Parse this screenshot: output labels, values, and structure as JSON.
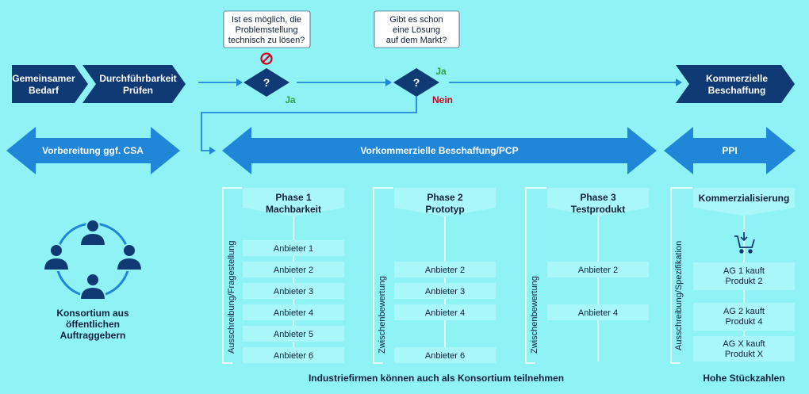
{
  "top": {
    "chevron1": [
      "Gemeinsamer",
      "Bedarf"
    ],
    "chevron2": [
      "Durchführbarkeit",
      "Prüfen"
    ],
    "chevron3": [
      "Kommerzielle",
      "Beschaffung"
    ],
    "question1": [
      "Ist es möglich, die",
      "Problemstellung",
      "technisch zu lösen?"
    ],
    "question2": [
      "Gibt es schon",
      "eine Lösung",
      "auf dem Markt?"
    ],
    "decision_mark": "?",
    "yes1": "Ja",
    "yes2": "Ja",
    "no2": "Nein"
  },
  "bands": {
    "csa": "Vorbereitung ggf. CSA",
    "pcp": "Vorkommerzielle Beschaffung/PCP",
    "ppi": "PPI"
  },
  "consortium": [
    "Konsortium aus",
    "öffentlichen",
    "Auftraggebern"
  ],
  "phases": [
    {
      "title": [
        "Phase 1",
        "Machbarkeit"
      ],
      "side_label": "Ausschreibung/Fragestellung",
      "bidders": [
        "Anbieter 1",
        "Anbieter 2",
        "Anbieter 3",
        "Anbieter 4",
        "Anbieter 5",
        "Anbieter 6"
      ]
    },
    {
      "title": [
        "Phase 2",
        "Prototyp"
      ],
      "side_label": "Zwischenbewertung",
      "bidders": [
        "Anbieter 2",
        "Anbieter 3",
        "Anbieter 4",
        "Anbieter 6"
      ]
    },
    {
      "title": [
        "Phase 3",
        "Testprodukt"
      ],
      "side_label": "Zwischenbewertung",
      "bidders": [
        "Anbieter 2",
        "Anbieter 4"
      ]
    }
  ],
  "commercial": {
    "title": "Kommerzialisierung",
    "side_label": "Ausschreibung/Spezifikation",
    "icon": "shopping-cart-icon",
    "buyers": [
      [
        "AG 1 kauft",
        "Produkt 2"
      ],
      [
        "AG 2 kauft",
        "Produkt 4"
      ],
      [
        "AG X kauft",
        "Produkt X"
      ]
    ]
  },
  "footer": {
    "industry_note": "Industriefirmen können auch als Konsortium teilnehmen",
    "volume_note": "Hohe Stückzahlen"
  },
  "colors": {
    "background": "#8ff3f6",
    "dark_navy": "#0f3a73",
    "blue_band": "#1f86d8",
    "light_box": "#aaf7fa",
    "yes_green": "#2ea043",
    "no_red": "#d0021b"
  }
}
